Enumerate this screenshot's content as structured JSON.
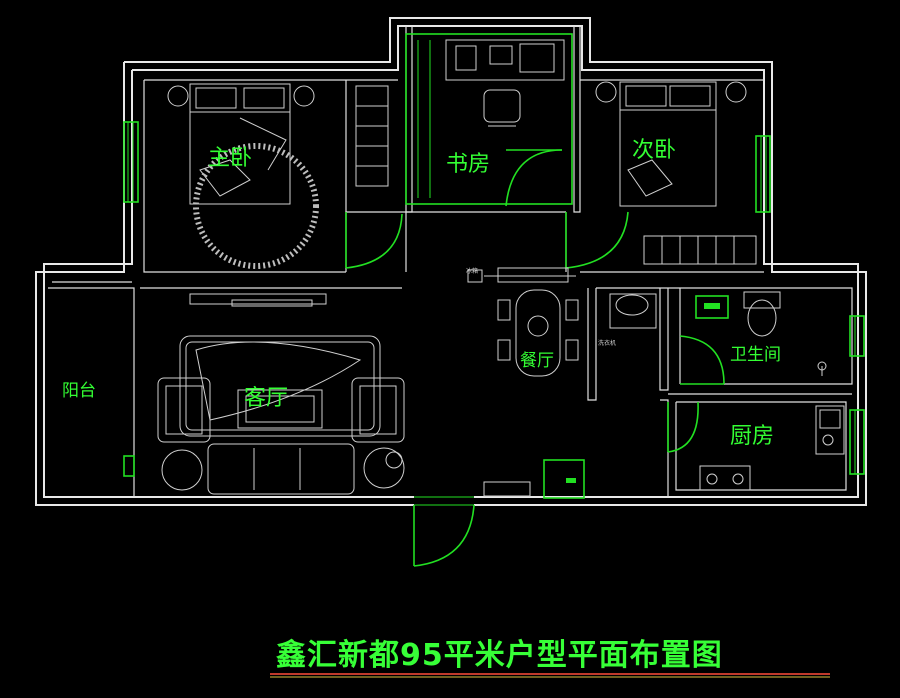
{
  "rooms": {
    "master_bedroom": "主卧",
    "study": "书房",
    "second_bedroom": "次卧",
    "dining": "餐厅",
    "living": "客厅",
    "balcony": "阳台",
    "bathroom": "卫生间",
    "kitchen": "厨房"
  },
  "small_labels": {
    "fridge": "冰箱",
    "washer": "洗衣机"
  },
  "title": "鑫汇新都95平米户型平面布置图",
  "colors": {
    "background": "#000000",
    "walls": "#e8e8e8",
    "doors_windows": "#22e022",
    "labels": "#33ff33",
    "underline_red": "#c0392b",
    "underline_yellow": "#e0c040"
  }
}
